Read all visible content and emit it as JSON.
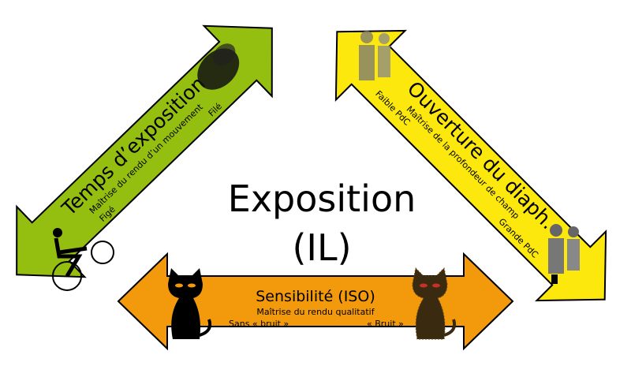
{
  "center": {
    "title": "Exposition",
    "subtitle": "(IL)"
  },
  "arrows": {
    "time": {
      "title": "Temps d’exposition",
      "subtitle": "Maîtrise du rendu d’un mouvement",
      "left_label": "Figé",
      "right_label": "Filé",
      "color": "#95bf10",
      "icons": [
        "cyclist-icon",
        "blurred-cyclist-icon"
      ]
    },
    "aperture": {
      "title": "Ouverture du diaph.",
      "subtitle": "Maîtrise de la profondeur de champ",
      "left_label": "Faible PdC",
      "right_label": "Grande PdC",
      "color": "#fce80c",
      "icons": [
        "blurred-people-icon",
        "sharp-people-icon"
      ]
    },
    "iso": {
      "title": "Sensibilité (ISO)",
      "subtitle": "Maîtrise du rendu qualitatif",
      "left_label": "Sans « bruit »",
      "right_label": "« Bruit »",
      "color": "#f39a0c",
      "icons": [
        "clean-cat-icon",
        "noisy-cat-icon"
      ]
    }
  }
}
